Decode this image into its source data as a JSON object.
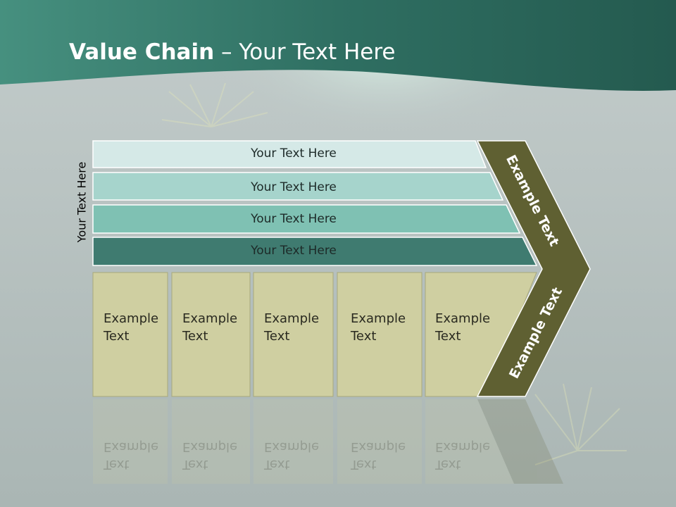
{
  "title": {
    "bold": "Value Chain",
    "regular": " – Your Text Here"
  },
  "side_label": "Your Text Here",
  "rows": [
    {
      "label": "Your Text Here",
      "color": "#d5e9e7"
    },
    {
      "label": "Your Text Here",
      "color": "#a6d4cc"
    },
    {
      "label": "Your Text Here",
      "color": "#7fc1b3"
    },
    {
      "label": "Your Text Here",
      "color": "#3f7b70"
    }
  ],
  "boxes": [
    {
      "line1": "Example",
      "line2": "Text"
    },
    {
      "line1": "Example",
      "line2": "Text"
    },
    {
      "line1": "Example",
      "line2": "Text"
    },
    {
      "line1": "Example",
      "line2": "Text"
    },
    {
      "line1": "Example",
      "line2": "Text"
    }
  ],
  "chevron": {
    "upper": "Example Text",
    "lower": "Example Text",
    "color": "#5f6032"
  },
  "colors": {
    "header": "#2b6a5e",
    "box_fill": "#cfcfa1",
    "box_stroke": "#a9a97a",
    "background": "#b9c3c2"
  }
}
